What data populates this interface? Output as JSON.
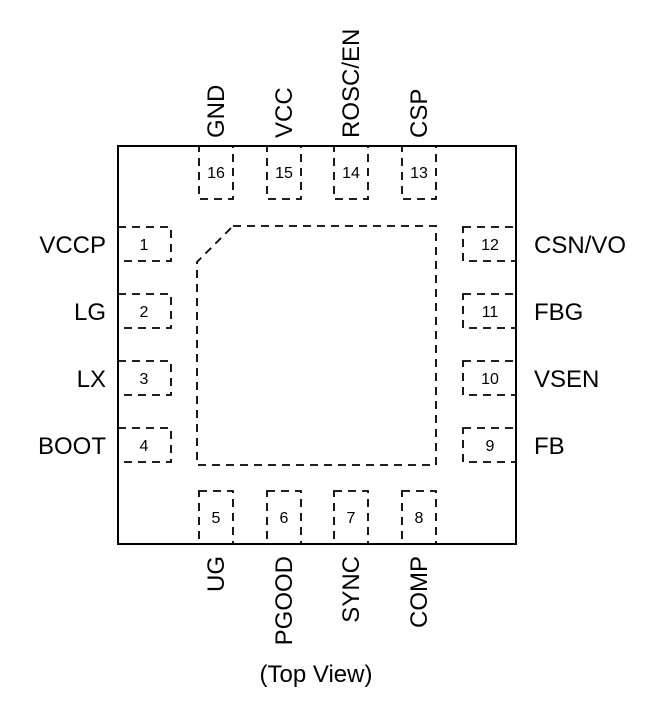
{
  "package": {
    "view_label": "(Top View)",
    "pins": {
      "left": [
        {
          "num": "1",
          "name": "VCCP"
        },
        {
          "num": "2",
          "name": "LG"
        },
        {
          "num": "3",
          "name": "LX"
        },
        {
          "num": "4",
          "name": "BOOT"
        }
      ],
      "bottom": [
        {
          "num": "5",
          "name": "UG"
        },
        {
          "num": "6",
          "name": "PGOOD"
        },
        {
          "num": "7",
          "name": "SYNC"
        },
        {
          "num": "8",
          "name": "COMP"
        }
      ],
      "right": [
        {
          "num": "9",
          "name": "FB"
        },
        {
          "num": "10",
          "name": "VSEN"
        },
        {
          "num": "11",
          "name": "FBG"
        },
        {
          "num": "12",
          "name": "CSN/VO"
        }
      ],
      "top": [
        {
          "num": "13",
          "name": "CSP"
        },
        {
          "num": "14",
          "name": "ROSC/EN"
        },
        {
          "num": "15",
          "name": "VCC"
        },
        {
          "num": "16",
          "name": "GND"
        }
      ]
    }
  }
}
